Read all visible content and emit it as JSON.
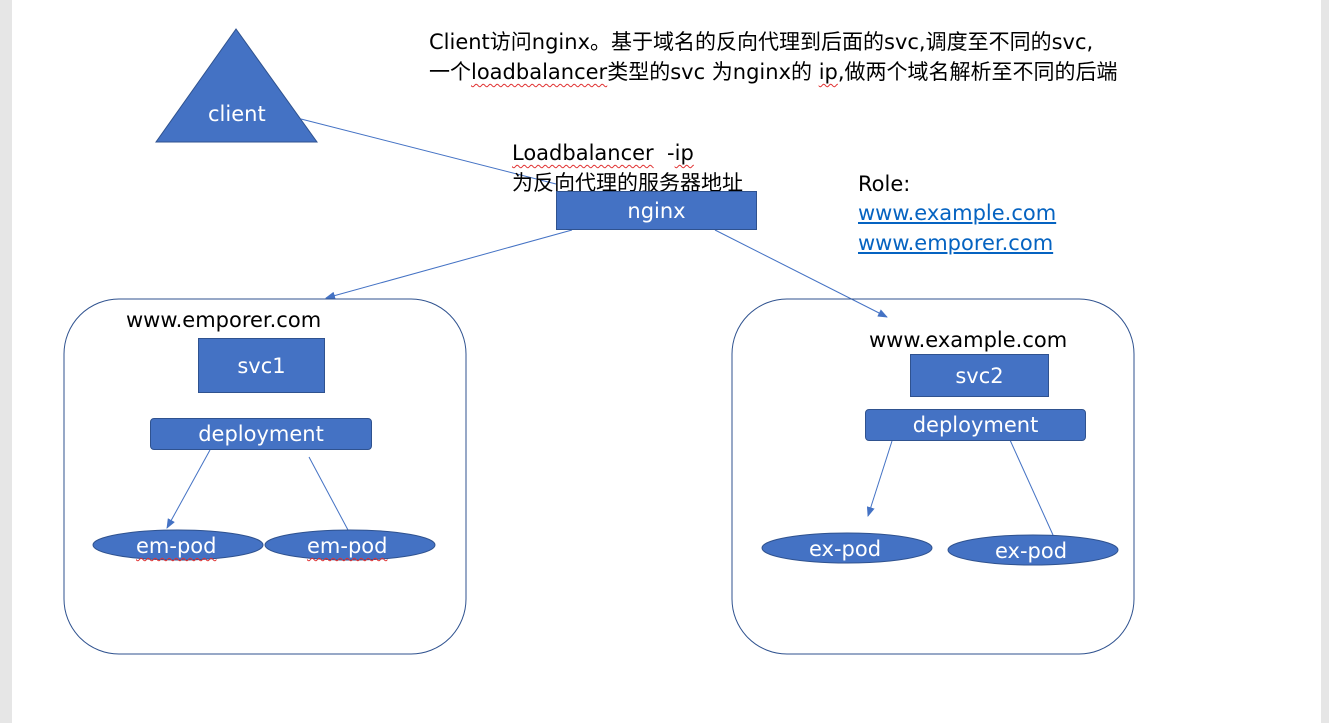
{
  "notes": {
    "line1": "Client访问nginx。基于域名的反向代理到后面的svc,调度至不同的svc,",
    "line2_pre": "一个",
    "line2_mark": "loadbalancer",
    "line2_mid": "类型的svc 为nginx的 ",
    "line2_mark2": "ip",
    "line2_post": ",做两个域名解析至不同的后端"
  },
  "client": {
    "label": "client"
  },
  "lb_note": {
    "line1_a": "Loadbalancer",
    "line1_b": "  -",
    "line1_c": "ip",
    "line2": "为反向代理的服务器地址"
  },
  "nginx": {
    "label": "nginx"
  },
  "role": {
    "label": "Role:",
    "links": [
      "www.example.com",
      "www.emporer.com"
    ]
  },
  "left_group": {
    "domain": "www.emporer.com",
    "svc": "svc1",
    "deployment": "deployment",
    "pods": [
      "em-pod",
      "em-pod"
    ]
  },
  "right_group": {
    "domain": "www.example.com",
    "svc": "svc2",
    "deployment": "deployment",
    "pods": [
      "ex-pod",
      "ex-pod"
    ]
  },
  "colors": {
    "shape_fill": "#4472c4",
    "shape_stroke": "#2f528f",
    "link": "#0563c1",
    "line": "#4472c4"
  }
}
